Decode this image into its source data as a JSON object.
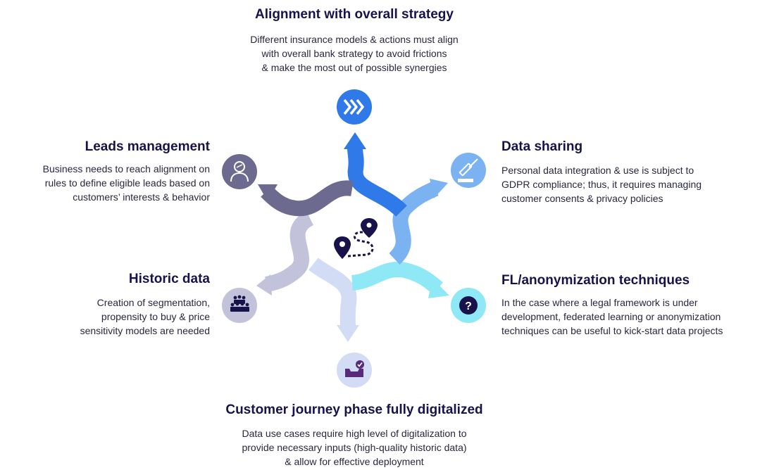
{
  "colors": {
    "strategy": "#2f7ae8",
    "data_sharing": "#7ab2f2",
    "fl": "#8fe8f5",
    "journey": "#d2ddf5",
    "historic": "#c2c2da",
    "leads": "#6c6a8e",
    "ink": "#17134a"
  },
  "center_icon": "route-map-pins-icon",
  "sections": {
    "strategy": {
      "title": "Alignment with overall strategy",
      "lines": [
        "Different insurance models & actions must align",
        "with overall bank strategy to avoid frictions",
        "& make the most out of possible synergies"
      ],
      "icon": "forward-chevrons-icon"
    },
    "data_sharing": {
      "title": "Data sharing",
      "lines": [
        "Personal data integration & use is subject to",
        "GDPR compliance; thus, it requires managing",
        "customer consents & privacy policies"
      ],
      "icon": "gavel-icon"
    },
    "fl": {
      "title": "FL/anonymization techniques",
      "lines": [
        "In the case where a legal framework is under",
        "development, federated learning or anonymization",
        "techniques can be useful to kick-start data projects"
      ],
      "icon": "question-mark-icon"
    },
    "journey": {
      "title": "Customer journey phase fully digitalized",
      "lines": [
        "Data use cases require high level of digitalization to",
        "provide necessary inputs (high-quality historic data)",
        "& allow for effective deployment"
      ],
      "icon": "inbox-check-icon"
    },
    "historic": {
      "title": "Historic data",
      "lines": [
        "Creation of segmentation,",
        "propensity to buy & price",
        "sensitivity models are needed"
      ],
      "icon": "crowd-icon"
    },
    "leads": {
      "title": "Leads management",
      "lines": [
        "Business needs to reach alignment on",
        "rules to define eligible leads based on",
        "customers’ interests & behavior"
      ],
      "icon": "user-avatar-icon"
    }
  }
}
